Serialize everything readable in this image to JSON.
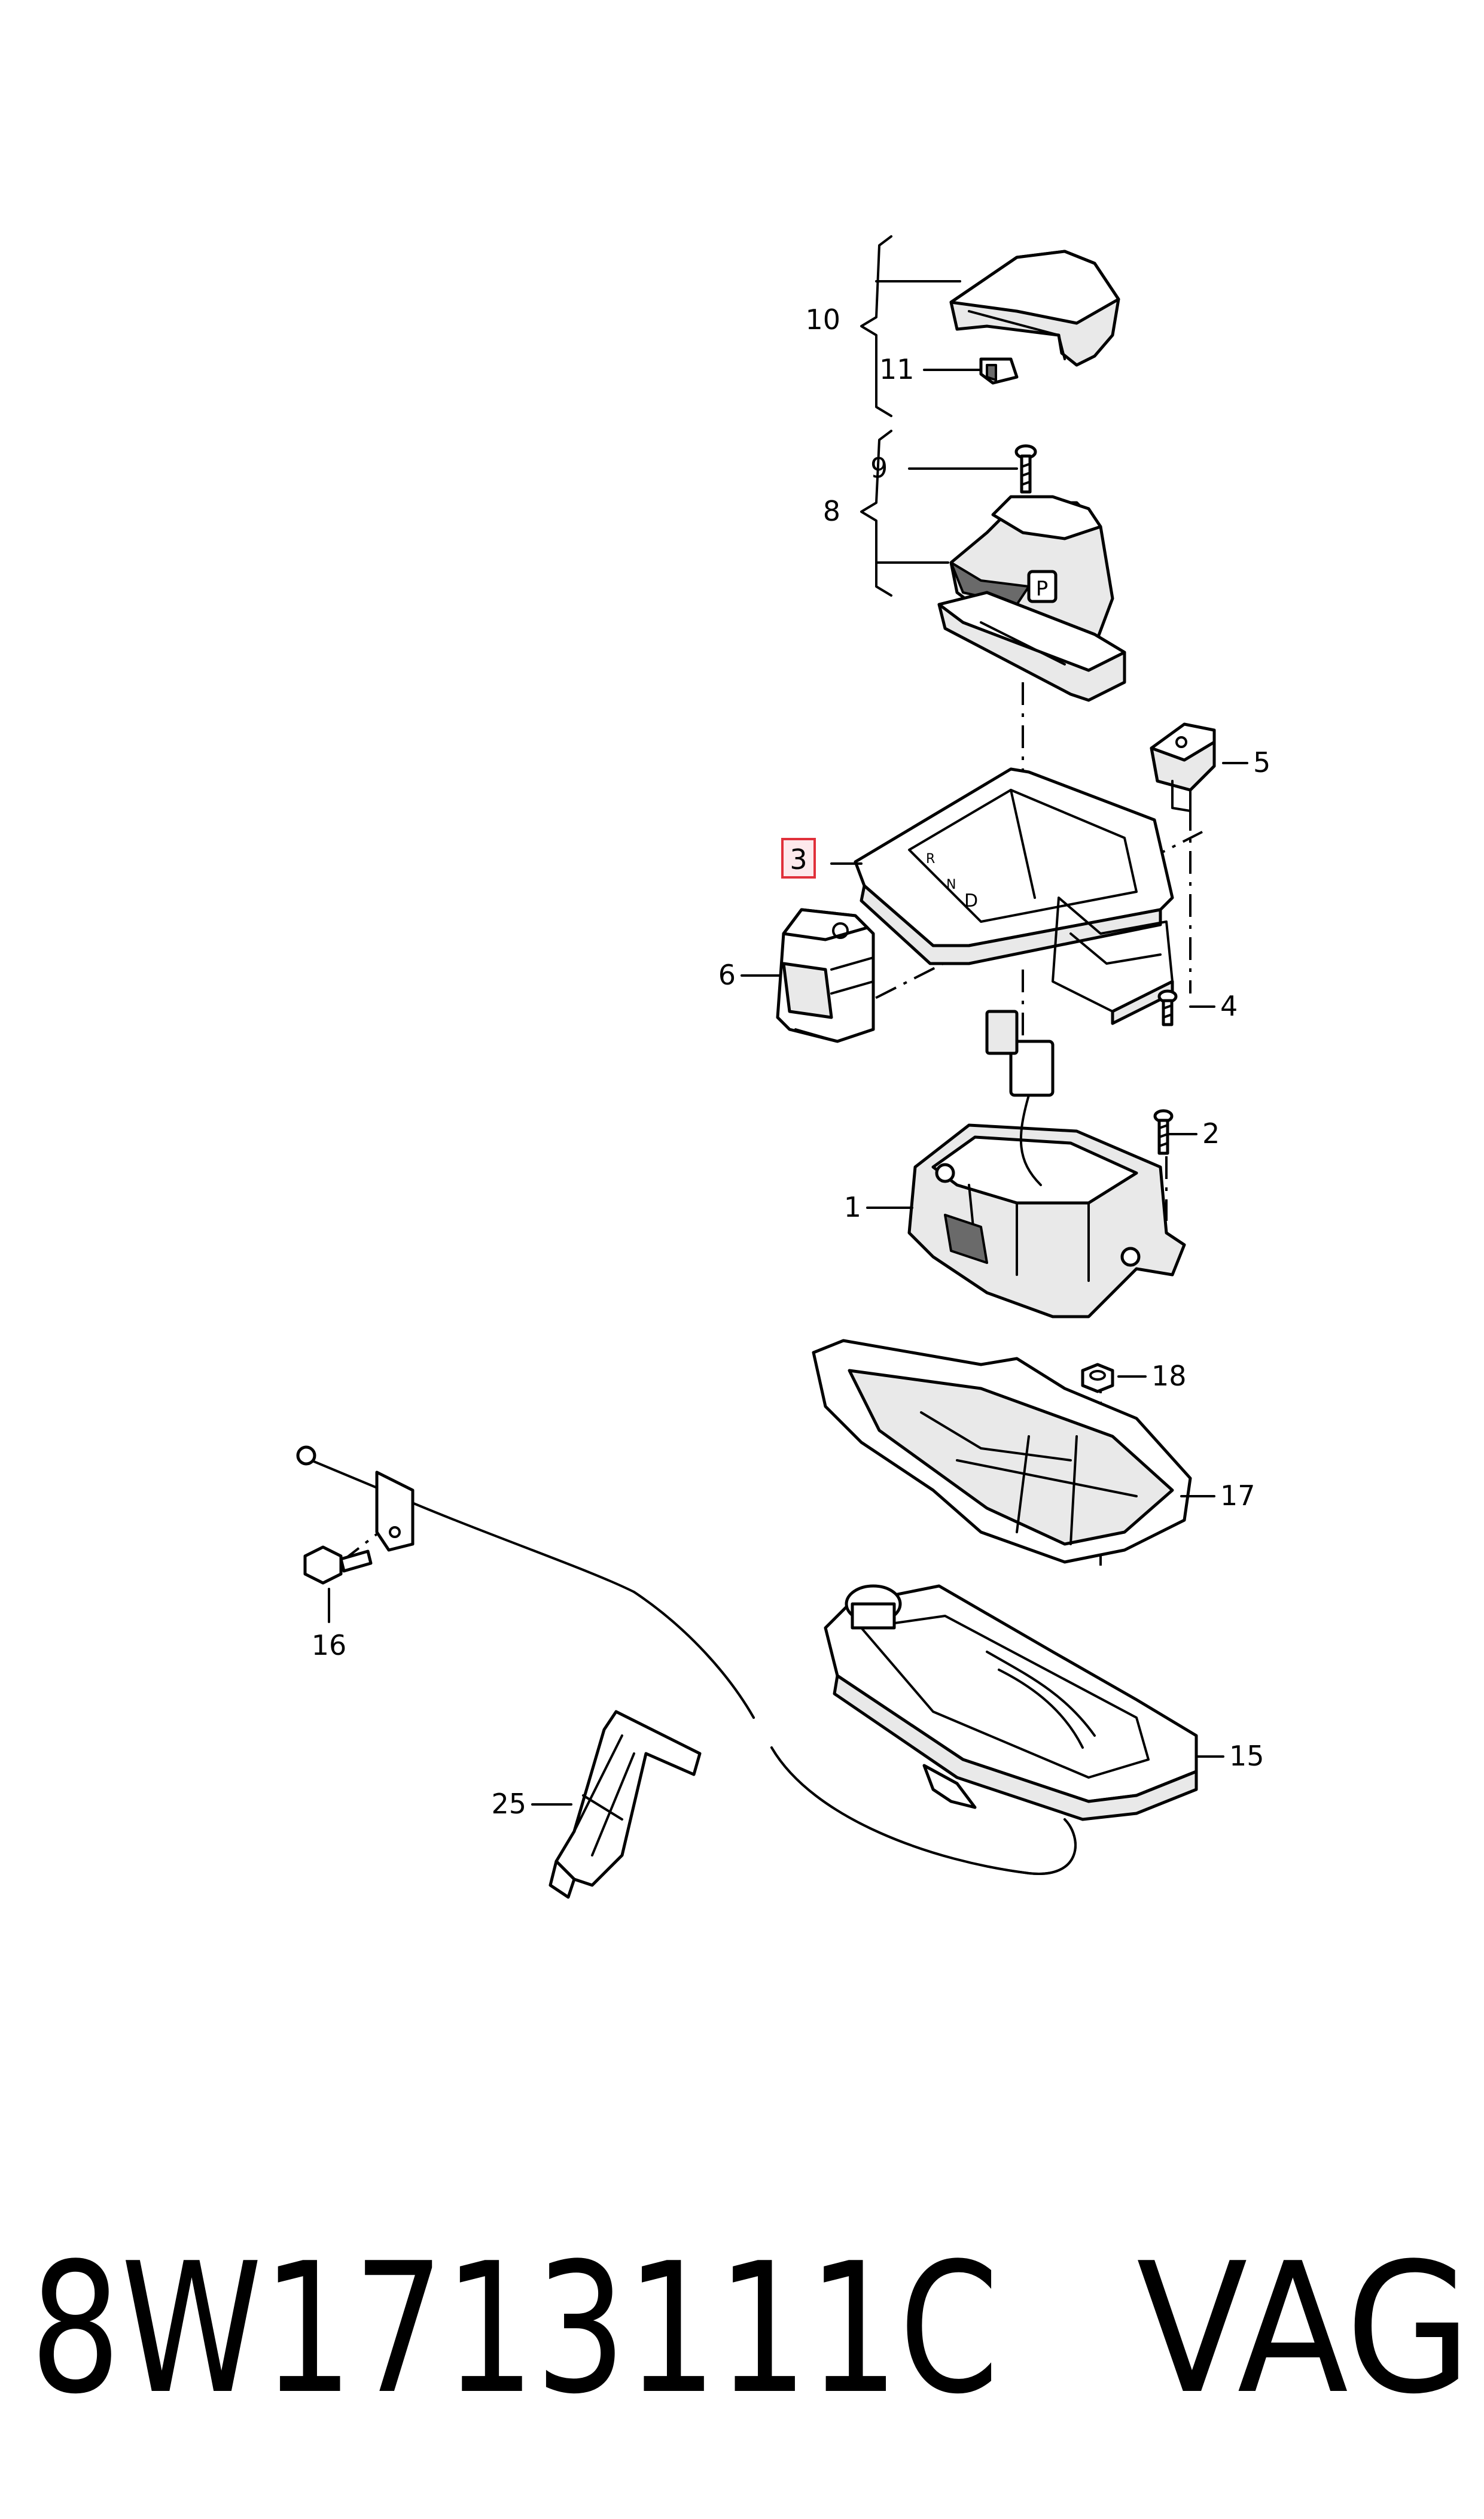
{
  "callouts": {
    "c1": "1",
    "c2": "2",
    "c3": "3",
    "c4": "4",
    "c5": "5",
    "c6": "6",
    "c8": "8",
    "c9": "9",
    "c10": "10",
    "c11": "11",
    "c15": "15",
    "c16": "16",
    "c17": "17",
    "c18": "18",
    "c25": "25"
  },
  "highlighted_callout": "3",
  "highlight_color": "#e0303a",
  "gear_symbols": {
    "park_button": "P",
    "indicator_r": "R",
    "indicator_n": "N",
    "indicator_d": "D"
  },
  "footer": {
    "part_number": "8W1713111C",
    "brand": "VAG"
  }
}
